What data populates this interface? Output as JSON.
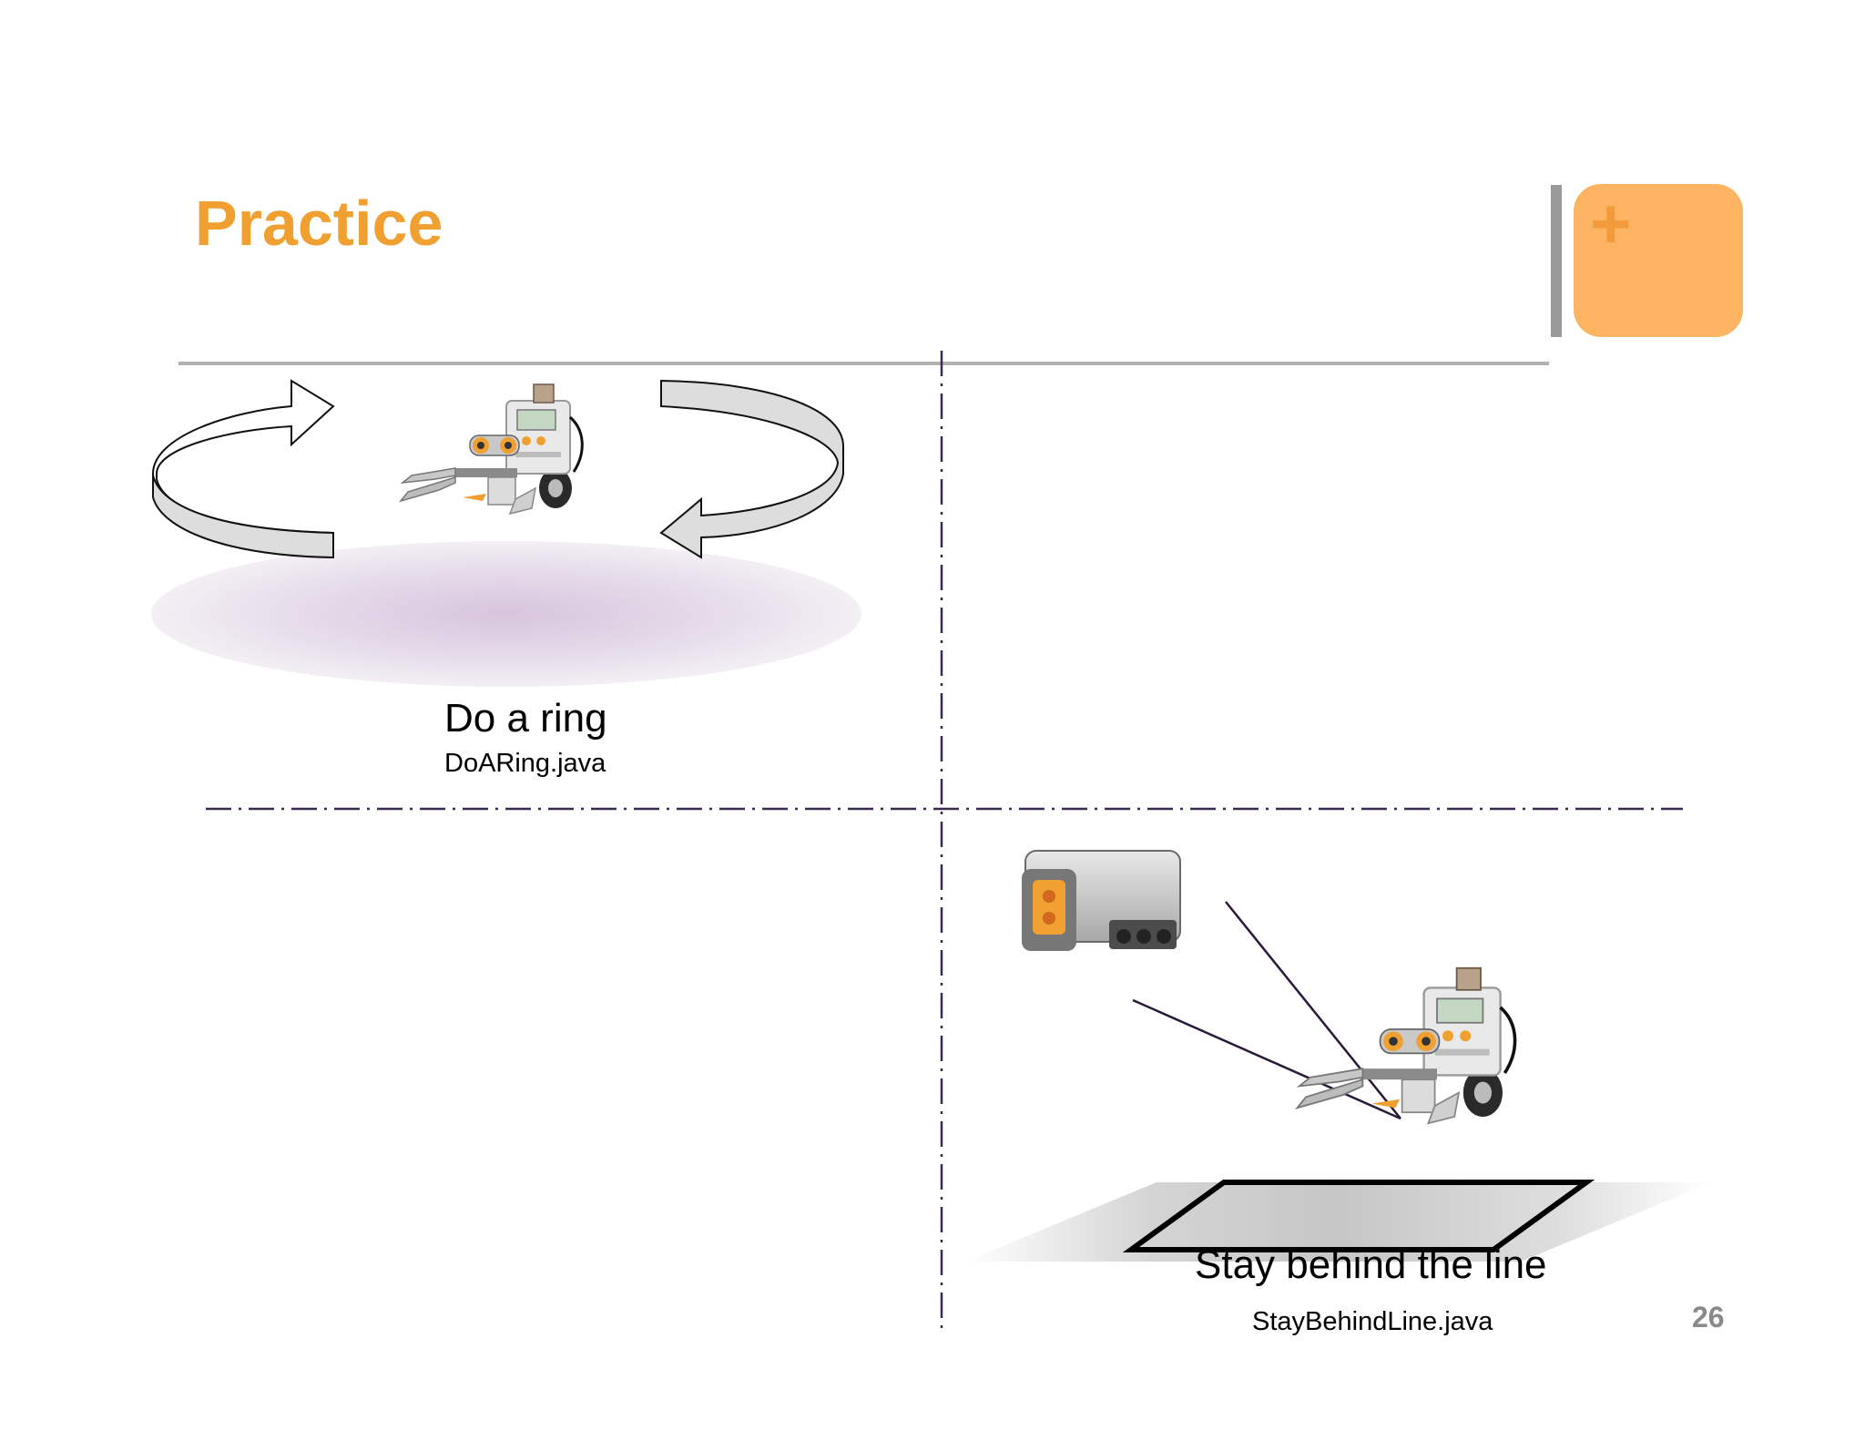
{
  "slide": {
    "title": "Practice",
    "page_number": "26"
  },
  "quadrants": {
    "top_left": {
      "caption": "Do a ring",
      "filename": "DoARing.java"
    },
    "bottom_right": {
      "caption": "Stay behind the line",
      "filename": "StayBehindLine.java"
    }
  },
  "icons": {
    "corner_badge": "plus-icon",
    "robot": "lego-nxt-robot-icon",
    "sensor": "light-sensor-icon",
    "rotation": "circular-arrows-icon"
  },
  "colors": {
    "title": "#f0a030",
    "badge": "#fdb462",
    "badge_plus": "#f39a3c",
    "divider": "#3a2a50",
    "rule": "#b0b0b0"
  }
}
